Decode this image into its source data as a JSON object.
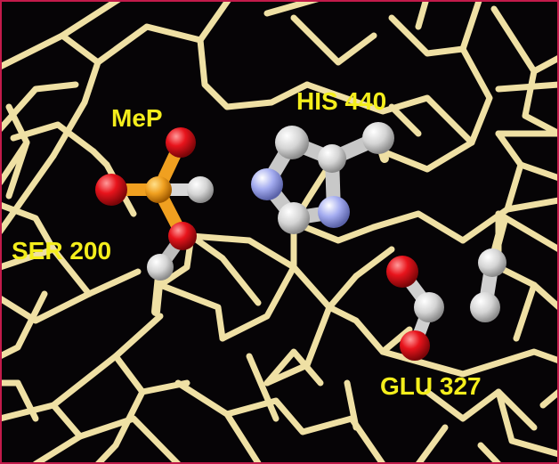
{
  "scene": {
    "background_color": "#060406",
    "frame_color": "#c21a4a",
    "backbone_color": "#efe0a4",
    "labels": {
      "mep": "MeP",
      "his": "HIS 440",
      "ser": "SER 200",
      "glu": "GLU 327"
    },
    "label_color": "#f4ee1c",
    "atom_colors": {
      "carbon": "#d8d8d8",
      "oxygen": "#e8141c",
      "nitrogen": "#9aa6f0",
      "phosphorus": "#f0a020"
    }
  }
}
